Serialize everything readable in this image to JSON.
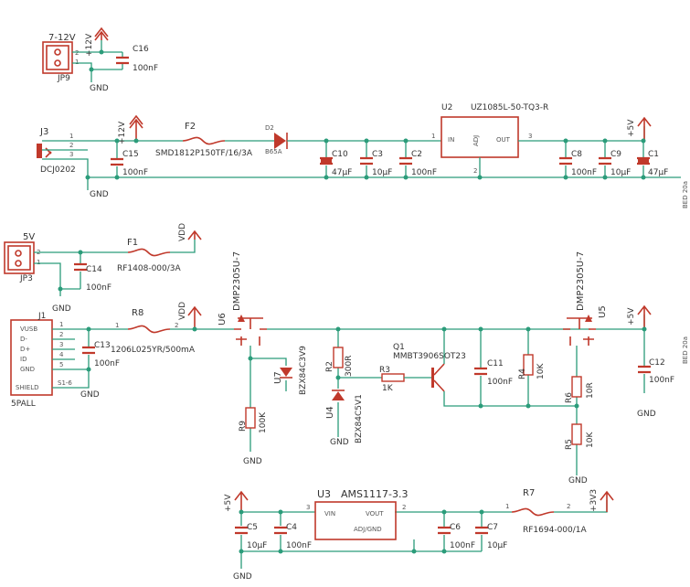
{
  "nets": {
    "v12": "+12V",
    "v5": "+5V",
    "v3v3": "+3V3",
    "vdd": "VDD",
    "gnd": "GND"
  },
  "jp9": {
    "name": "JP9",
    "label": "7-12V",
    "pins": [
      "2",
      "1"
    ]
  },
  "c16": {
    "name": "C16",
    "value": "100nF"
  },
  "j3": {
    "name": "J3",
    "part": "DCJ0202",
    "pins": [
      "1",
      "2",
      "3"
    ]
  },
  "f2": {
    "name": "F2",
    "part": "SMD1812P150TF/16/3A"
  },
  "d2": {
    "name": "D2",
    "part": "B65A"
  },
  "u2": {
    "name": "U2",
    "part": "UZ1085L-50-TQ3-R",
    "in": "IN",
    "adj": "ADJ",
    "out": "OUT",
    "pin1": "1",
    "pin2": "2",
    "pin3": "3"
  },
  "c15": {
    "name": "C15",
    "value": "100nF"
  },
  "c10": {
    "name": "C10",
    "value": "47µF"
  },
  "c3": {
    "name": "C3",
    "value": "10µF"
  },
  "c2": {
    "name": "C2",
    "value": "100nF"
  },
  "c8": {
    "name": "C8",
    "value": "100nF"
  },
  "c9": {
    "name": "C9",
    "value": "10µF"
  },
  "c1": {
    "name": "C1",
    "value": "47µF"
  },
  "jp3": {
    "name": "JP3",
    "label": "5V",
    "pins": [
      "2",
      "1"
    ]
  },
  "f1": {
    "name": "F1",
    "part": "RF1408-000/3A"
  },
  "c14": {
    "name": "C14",
    "value": "100nF"
  },
  "j1": {
    "name": "J1",
    "part": "5PALL",
    "pins": [
      "VUSB",
      "D-",
      "D+",
      "ID",
      "GND",
      "SHIELD"
    ],
    "pin_nums": [
      "1",
      "2",
      "3",
      "4",
      "5",
      "S1-6"
    ]
  },
  "r8": {
    "name": "R8",
    "part": "1206L025YR/500mA"
  },
  "c13": {
    "name": "C13",
    "value": "100nF"
  },
  "u6": {
    "name": "U6",
    "part": "DMP2305U-7"
  },
  "u5": {
    "name": "U5",
    "part": "DMP2305U-7"
  },
  "u7": {
    "name": "U7",
    "part": "BZX84C3V9"
  },
  "u4": {
    "name": "U4",
    "part": "BZX84C5V1"
  },
  "r2": {
    "name": "R2",
    "value": "300R"
  },
  "r3": {
    "name": "R3",
    "value": "1K"
  },
  "q1": {
    "name": "Q1",
    "part": "MMBT3906SOT23"
  },
  "c11": {
    "name": "C11",
    "value": "100nF"
  },
  "r4": {
    "name": "R4",
    "value": "10K"
  },
  "r6": {
    "name": "R6",
    "value": "10R"
  },
  "r5": {
    "name": "R5",
    "value": "10K"
  },
  "r9": {
    "name": "R9",
    "value": "100K"
  },
  "c12": {
    "name": "C12",
    "value": "100nF"
  },
  "u3": {
    "name": "U3",
    "part": "AMS1117-3.3",
    "vin": "VIN",
    "vout": "VOUT",
    "adj": "ADJ/GND"
  },
  "c5": {
    "name": "C5",
    "value": "10µF"
  },
  "c4": {
    "name": "C4",
    "value": "100nF"
  },
  "c6": {
    "name": "C6",
    "value": "100nF"
  },
  "c7": {
    "name": "C7",
    "value": "10µF"
  },
  "r7": {
    "name": "R7",
    "part": "RF1694-000/1A"
  },
  "pin_labels": {
    "one": "1",
    "two": "2",
    "three": "3"
  },
  "edge_text": {
    "a": "BED 20a",
    "b": "BED 20a"
  },
  "colors": {
    "wire": "#2b9c7a",
    "part": "#c0392b",
    "text": "#333333"
  }
}
